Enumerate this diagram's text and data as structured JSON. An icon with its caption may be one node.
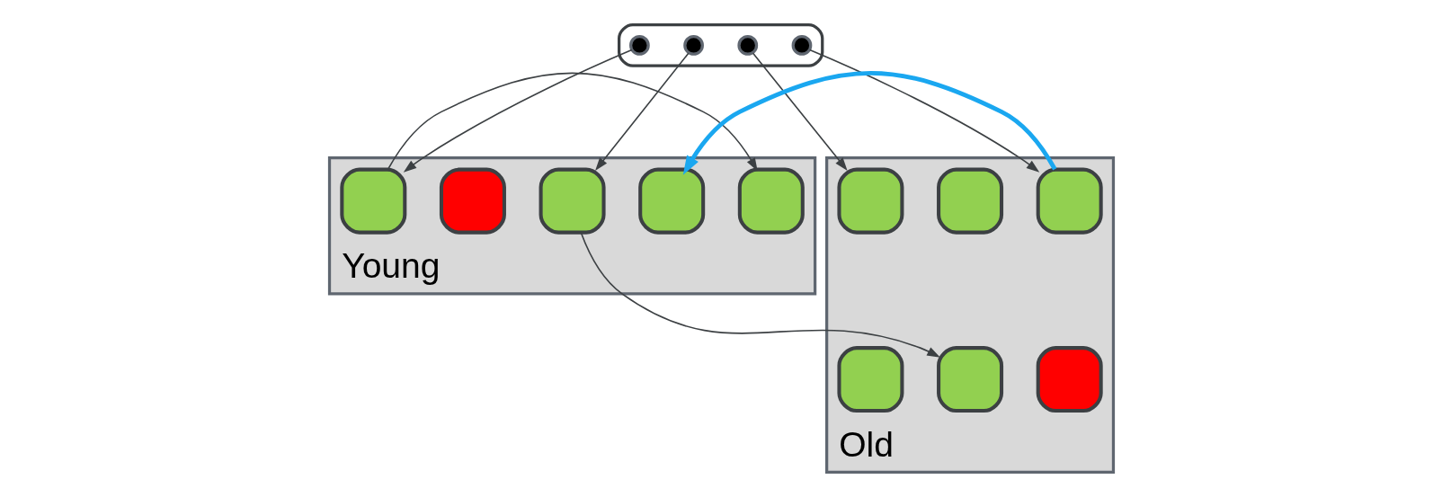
{
  "diagram": {
    "nodes": [
      {
        "text": [],
        "shape": "cloud"
      },
      {
        "text": [],
        "shape": "circle",
        "in": 0
      },
      {
        "text": [],
        "shape": "circle",
        "in": 0
      },
      {
        "text": [],
        "shape": "circle",
        "in": 0
      },
      {
        "text": [],
        "shape": "circle",
        "in": 0
      },
      {
        "text": [
          "Young"
        ]
      },
      {
        "text": [],
        "shape": "box",
        "in": 5
      },
      {
        "text": [],
        "shape": "box",
        "in": 5
      },
      {
        "text": [],
        "shape": "box",
        "in": 5
      },
      {
        "text": [],
        "shape": "box",
        "in": 5
      },
      {
        "text": [],
        "shape": "box",
        "in": 5
      },
      {
        "text": [
          "Old"
        ]
      },
      {
        "text": [],
        "shape": "box",
        "in": 11
      },
      {
        "text": [],
        "shape": "box",
        "in": 11
      },
      {
        "text": [],
        "shape": "box",
        "in": 11
      },
      {
        "text": [],
        "shape": "box",
        "in": 11
      },
      {
        "text": [],
        "shape": "box",
        "in": 11
      },
      {
        "text": [],
        "shape": "box",
        "in": 11
      }
    ],
    "edges": [
      {
        "from": 1,
        "to": 6,
        "arrow": "to"
      },
      {
        "from": 2,
        "to": 8,
        "arrow": "to"
      },
      {
        "from": 3,
        "to": 12,
        "arrow": "to"
      },
      {
        "from": 4,
        "to": 14,
        "arrow": "to"
      },
      {
        "from": 14,
        "to": 9,
        "arrow": "to",
        "style": "thick",
        "color": "#1aa7f0"
      },
      {
        "from": 6,
        "to": 10,
        "arrow": "to"
      },
      {
        "from": 8,
        "to": 16,
        "arrow": "to"
      }
    ]
  }
}
